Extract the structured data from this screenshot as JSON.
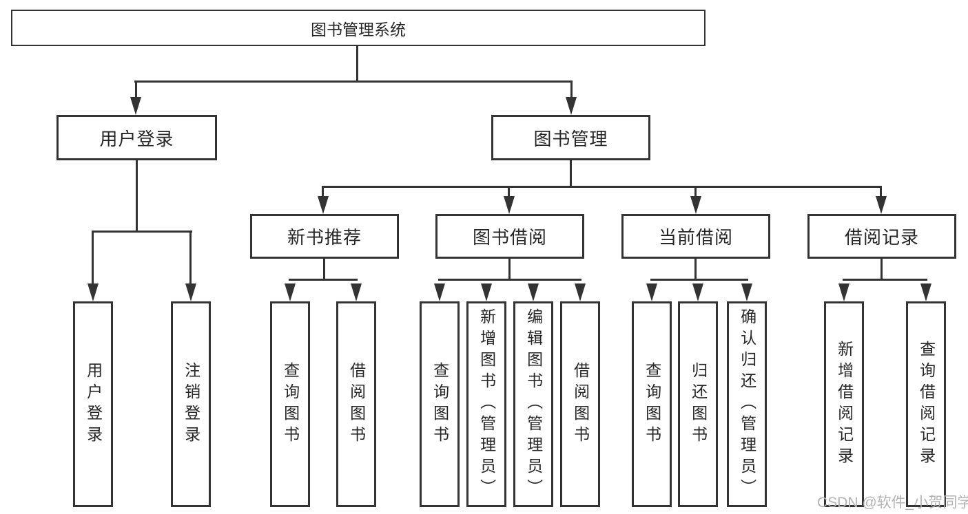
{
  "diagram": {
    "root": "图书管理系统",
    "level2": {
      "user_login": "用户登录",
      "book_mgmt": "图书管理"
    },
    "level3": {
      "new_book": "新书推荐",
      "book_borrow": "图书借阅",
      "current_borrow": "当前借阅",
      "borrow_record": "借阅记录"
    },
    "leaves": {
      "user_login_1": "用户登录",
      "user_login_2": "注销登录",
      "new_book_1": "查询图书",
      "new_book_2": "借阅图书",
      "borrow_1": "查询图书",
      "borrow_2": "新增图书（管理员）",
      "borrow_3": "编辑图书（管理员）",
      "borrow_4": "借阅图书",
      "current_1": "查询图书",
      "current_2": "归还图书",
      "current_3": "确认归还（管理员）",
      "record_1": "新增借阅记录",
      "record_2": "查询借阅记录"
    },
    "colors": {
      "line": "#333333",
      "border": "#333333",
      "text": "#262626",
      "background": "#ffffff",
      "watermark": "#b3b3b3"
    },
    "watermark": "CSDN @软件_小贺同学"
  }
}
